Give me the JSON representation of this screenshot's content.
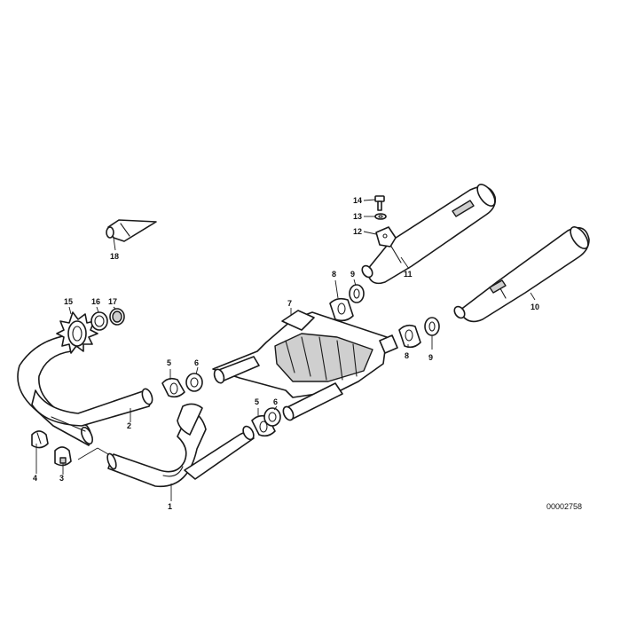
{
  "callouts": {
    "p1": "1",
    "p2": "2",
    "p3": "3",
    "p4": "4",
    "p5a": "5",
    "p5b": "5",
    "p6a": "6",
    "p6b": "6",
    "p7": "7",
    "p8a": "8",
    "p8b": "8",
    "p9a": "9",
    "p9b": "9",
    "p10": "10",
    "p11": "11",
    "p12": "12",
    "p13": "13",
    "p14": "14",
    "p15": "15",
    "p16": "16",
    "p17": "17",
    "p18": "18"
  },
  "document_number": "00002758"
}
